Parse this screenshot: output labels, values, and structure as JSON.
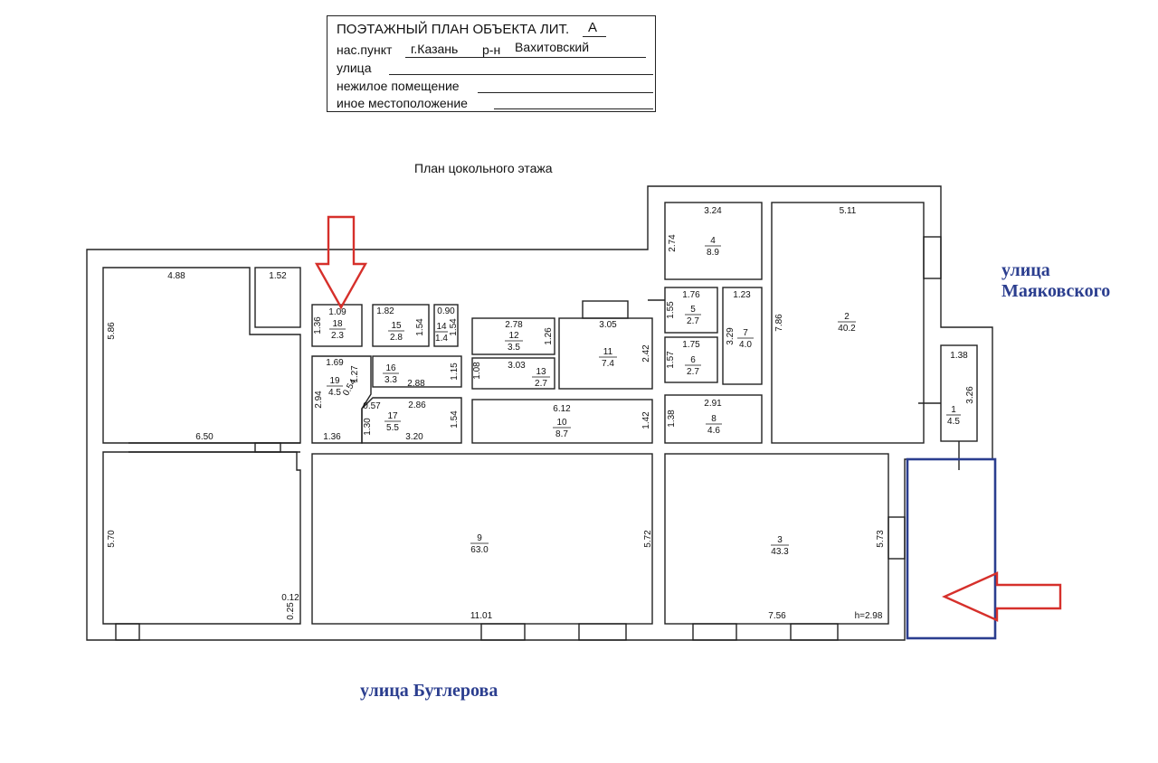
{
  "stamp": {
    "title": "ПОЭТАЖНЫЙ ПЛАН ОБЪЕКТА ЛИТ.",
    "title_value": "А",
    "locality_label": "нас.пункт",
    "locality_value": "г.Казань",
    "district_label": "р-н",
    "district_value": "Вахитовский",
    "street_label": "улица",
    "premises_label": "нежилое помещение",
    "location_label": "иное местоположение"
  },
  "plan_title": "План  цокольного этажа",
  "streets": {
    "right_line1": "улица",
    "right_line2": "Маяковского",
    "bottom": "улица Бутлерова"
  },
  "colors": {
    "arrow": "#d6302b",
    "highlight": "#2b3e8f",
    "walls": "#222222"
  },
  "rooms": [
    {
      "id": "r1",
      "num": "1",
      "area": "4.5"
    },
    {
      "id": "r2",
      "num": "2",
      "area": "40.2"
    },
    {
      "id": "r3",
      "num": "3",
      "area": "43.3"
    },
    {
      "id": "r4",
      "num": "4",
      "area": "8.9"
    },
    {
      "id": "r5",
      "num": "5",
      "area": "2.7"
    },
    {
      "id": "r6",
      "num": "6",
      "area": "2.7"
    },
    {
      "id": "r7",
      "num": "7",
      "area": "4.0"
    },
    {
      "id": "r8",
      "num": "8",
      "area": "4.6"
    },
    {
      "id": "r9",
      "num": "9",
      "area": "63.0"
    },
    {
      "id": "r10",
      "num": "10",
      "area": "8.7"
    },
    {
      "id": "r11",
      "num": "11",
      "area": "7.4"
    },
    {
      "id": "r12",
      "num": "12",
      "area": "3.5"
    },
    {
      "id": "r13",
      "num": "13",
      "area": "2.7"
    },
    {
      "id": "r14",
      "num": "14",
      "area": "1.4"
    },
    {
      "id": "r15",
      "num": "15",
      "area": "2.8"
    },
    {
      "id": "r16",
      "num": "16",
      "area": "3.3"
    },
    {
      "id": "r17",
      "num": "17",
      "area": "5.5"
    },
    {
      "id": "r18",
      "num": "18",
      "area": "2.3"
    },
    {
      "id": "r19",
      "num": "19",
      "area": "4.5"
    }
  ],
  "dims": {
    "d_4_88": "4.88",
    "d_1_52": "1.52",
    "d_5_86": "5.86",
    "d_6_50": "6.50",
    "d_5_70": "5.70",
    "d_0_12": "0.12",
    "d_0_25": "0.25",
    "d_1_09": "1.09",
    "d_1_36a": "1.36",
    "d_1_82": "1.82",
    "d_1_54a": "1.54",
    "d_0_90": "0.90",
    "d_1_54b": "1.54",
    "d_2_78": "2.78",
    "d_1_26": "1.26",
    "d_3_05": "3.05",
    "d_2_42": "2.42",
    "d_1_69": "1.69",
    "d_1_27": "1.27",
    "d_2_94": "2.94",
    "d_0_54": "0.54",
    "d_2_88": "2.88",
    "d_1_15": "1.15",
    "d_1_08": "1.08",
    "d_3_03": "3.03",
    "d_0_57": "0.57",
    "d_2_86": "2.86",
    "d_1_30": "1.30",
    "d_1_54c": "1.54",
    "d_3_20": "3.20",
    "d_1_36b": "1.36",
    "d_6_12": "6.12",
    "d_1_42": "1.42",
    "d_1_38": "1.38",
    "d_3_24": "3.24",
    "d_2_74": "2.74",
    "d_1_76": "1.76",
    "d_1_55": "1.55",
    "d_1_23": "1.23",
    "d_3_29": "3.29",
    "d_1_75": "1.75",
    "d_1_57": "1.57",
    "d_2_91": "2.91",
    "d_5_11": "5.11",
    "d_7_86": "7.86",
    "d_1_38b": "1.38",
    "d_3_26": "3.26",
    "d_11_01": "11.01",
    "d_5_72": "5.72",
    "d_5_73": "5.73",
    "d_7_56": "7.56",
    "height": "h=2.98"
  }
}
